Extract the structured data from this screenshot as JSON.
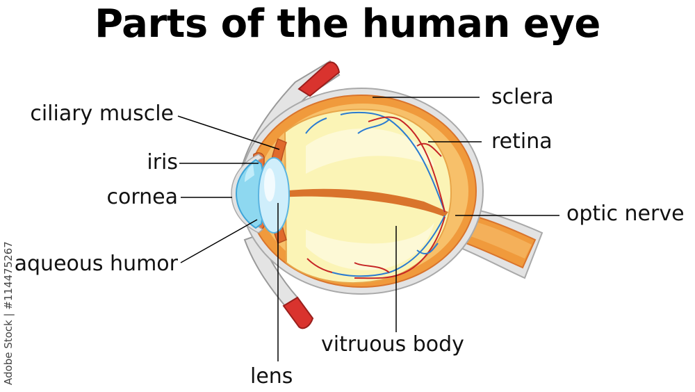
{
  "title": "Parts of the human eye",
  "labels": {
    "ciliary_muscle": "ciliary muscle",
    "iris": "iris",
    "cornea": "cornea",
    "aqueous_humor": "aqueous humor",
    "sclera": "sclera",
    "retina": "retina",
    "optic_nerve": "optic nerve",
    "vitreous_body": "vitruous body",
    "lens": "lens"
  },
  "watermark": "Adobe Stock | #114475267",
  "colors": {
    "sclera": "#e3e3e3",
    "sclera_outline": "#a9a9a9",
    "choroid": "#f09a3c",
    "choroid_dark": "#d9742c",
    "vitreous": "#fbf4b6",
    "vitreous_light": "#fdf9d6",
    "cornea": "#8ed8f0",
    "lens": "#cfeefb",
    "muscle_red": "#d9332e",
    "vessel_blue": "#2a7bd1",
    "vessel_red": "#c62626",
    "leader_line": "#000000"
  }
}
